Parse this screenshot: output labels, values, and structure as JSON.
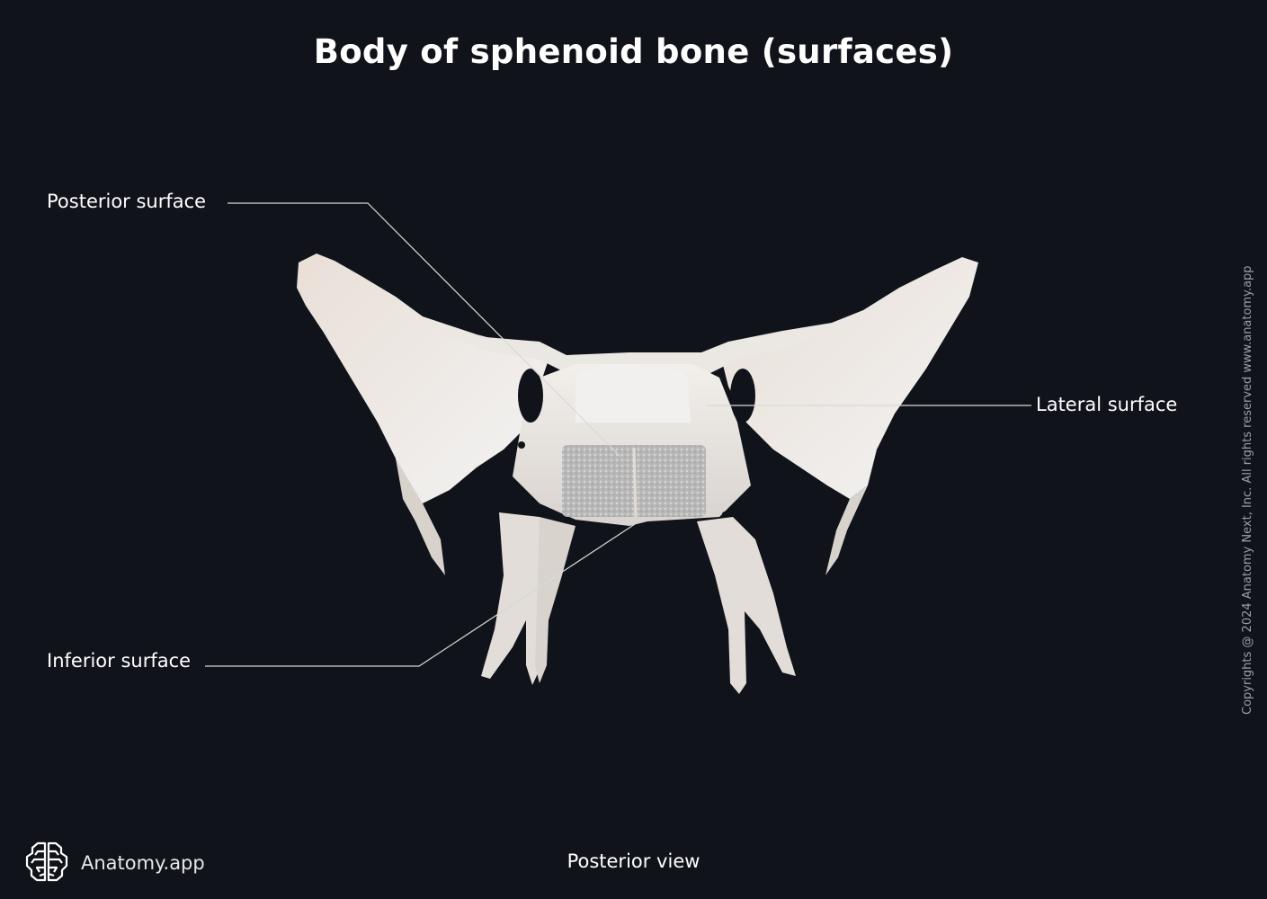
{
  "title": "Body of sphenoid bone (surfaces)",
  "labels": {
    "posterior_surface": "Posterior surface",
    "lateral_surface": "Lateral surface",
    "inferior_surface": "Inferior surface"
  },
  "view": "Posterior view",
  "brand": {
    "name": "Anatomy.app",
    "icon": "brain-icon"
  },
  "copyright": "Copyrights @ 2024 Anatomy Next, Inc. All rights reserved www.anatomy.app",
  "colors": {
    "background": "#10131a",
    "bone": "#e6e3e0",
    "leader_line": "#d8d8d8"
  }
}
